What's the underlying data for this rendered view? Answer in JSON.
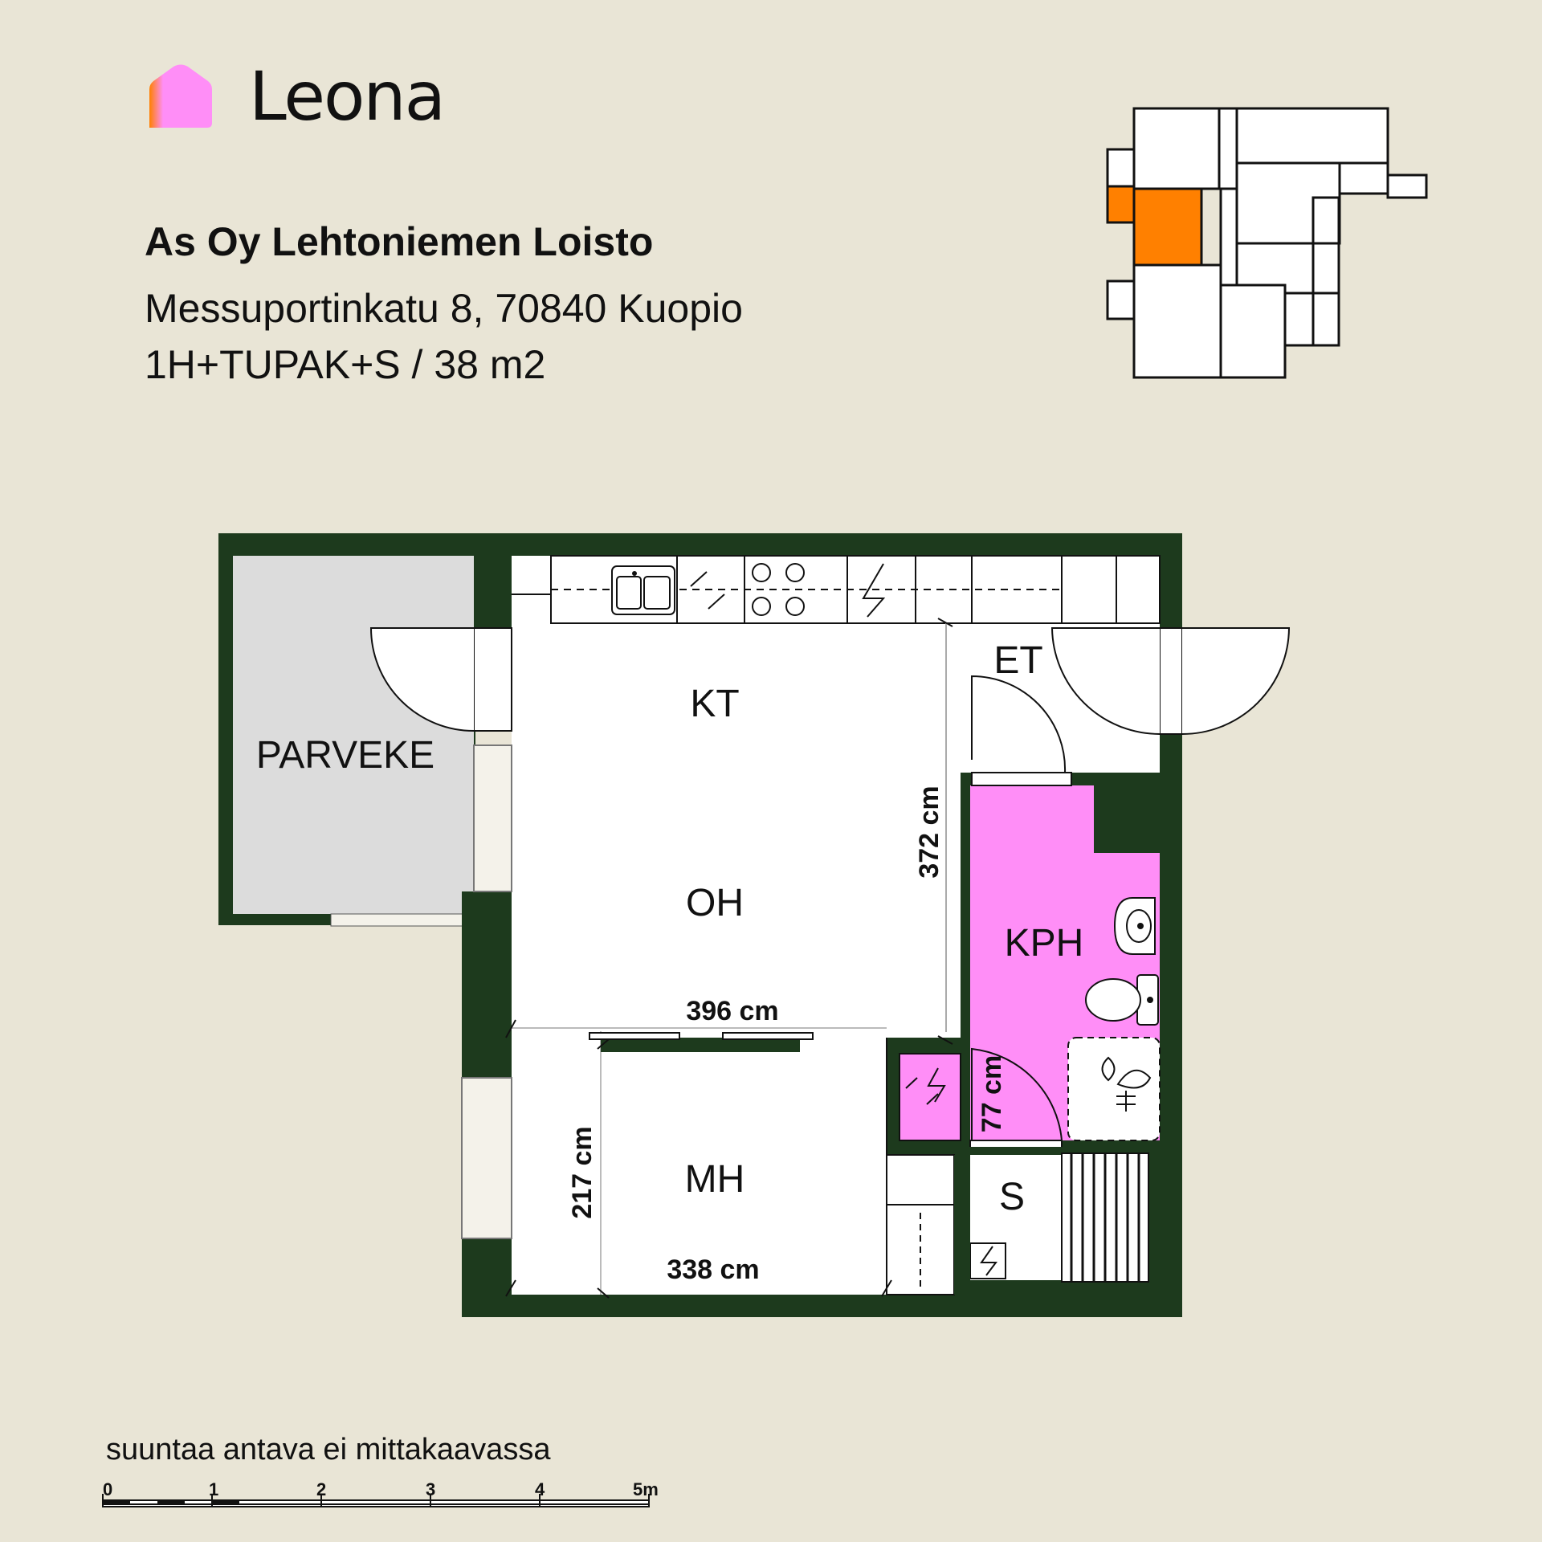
{
  "brand": {
    "name": "Leona"
  },
  "property": {
    "title": "As Oy Lehtoniemen Loisto",
    "address": "Messuportinkatu 8, 70840 Kuopio",
    "unit_type": "1H+TUPAK+S / 38 m2"
  },
  "rooms": {
    "parveke": "PARVEKE",
    "kt": "KT",
    "oh": "OH",
    "mh": "MH",
    "et": "ET",
    "kph": "KPH",
    "s": "S"
  },
  "dimensions": {
    "oh_width": "396 cm",
    "oh_depth": "372 cm",
    "mh_width": "338 cm",
    "mh_depth": "217 cm",
    "kph_door": "77 cm"
  },
  "disclaimer": "suuntaa antava ei mittakaavassa",
  "scale_bar": {
    "ticks": [
      "0",
      "1",
      "2",
      "3",
      "4",
      "5m"
    ]
  },
  "colors": {
    "background": "#e9e5d6",
    "wall": "#1d3a1d",
    "bathroom": "#ff8ef7",
    "balcony": "#dcdcdc",
    "highlight": "#ff8000",
    "logo_pink": "#ff8ef7",
    "logo_orange": "#ff8000"
  }
}
